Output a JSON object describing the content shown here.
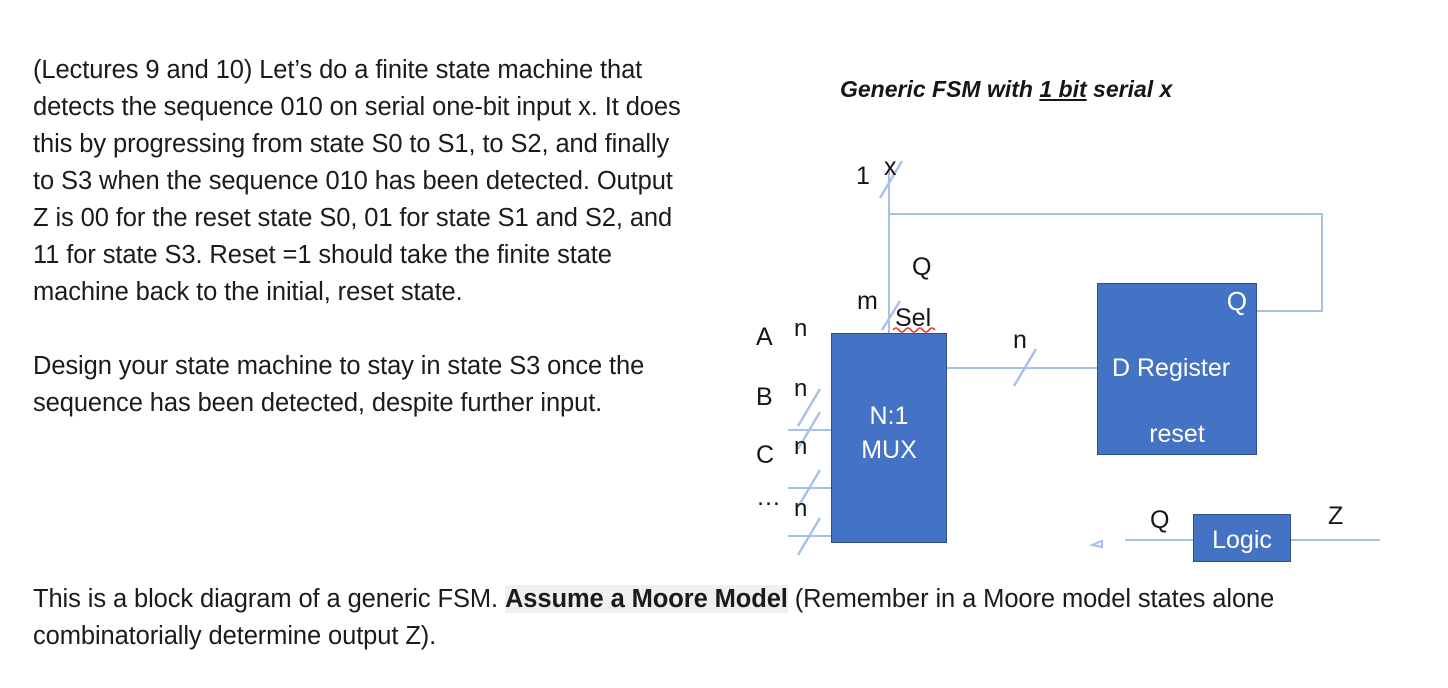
{
  "document": {
    "paragraphs": [
      "(Lectures 9 and 10) Let’s do a finite state machine that detects the sequence 010 on serial one-bit input x. It does this by progressing from state S0 to S1, to S2, and finally to S3 when the sequence 010 has been detected. Output Z is 00 for the reset state S0, 01 for state S1 and S2, and 11 for state S3. Reset =1 should take the finite state machine back to the initial, reset state.",
      "Design your state machine to stay in state S3 once the sequence has  been detected, despite further input."
    ],
    "closing": {
      "lead": "This is a block diagram of a generic FSM. ",
      "emphasis": "Assume a Moore Model",
      "tail": " (Remember in a Moore model states alone combinatorially determine output Z)."
    }
  },
  "diagram": {
    "title_prefix": "Generic FSM with ",
    "title_underlined": "1 bit",
    "title_suffix": " serial x",
    "accent_color": "#4472C4",
    "wire_color": "#A8C0E8",
    "blocks": {
      "mux": {
        "line1": "N:1",
        "line2": "MUX"
      },
      "register": {
        "output": "Q",
        "input": "D  Register",
        "reset": "reset"
      },
      "logic": {
        "label": "Logic"
      }
    },
    "signals": {
      "x": "x",
      "x_width": "1",
      "sel_width": "m",
      "feedback_q": "Q",
      "sel": "Sel",
      "mux_out_width": "n",
      "logic_in": "Q",
      "logic_out": "Z"
    },
    "mux_inputs": [
      {
        "name": "A",
        "width": "n"
      },
      {
        "name": "B",
        "width": "n"
      },
      {
        "name": "C",
        "width": "n"
      },
      {
        "name": "…",
        "width": ""
      },
      {
        "name": "",
        "width": "n"
      }
    ]
  }
}
